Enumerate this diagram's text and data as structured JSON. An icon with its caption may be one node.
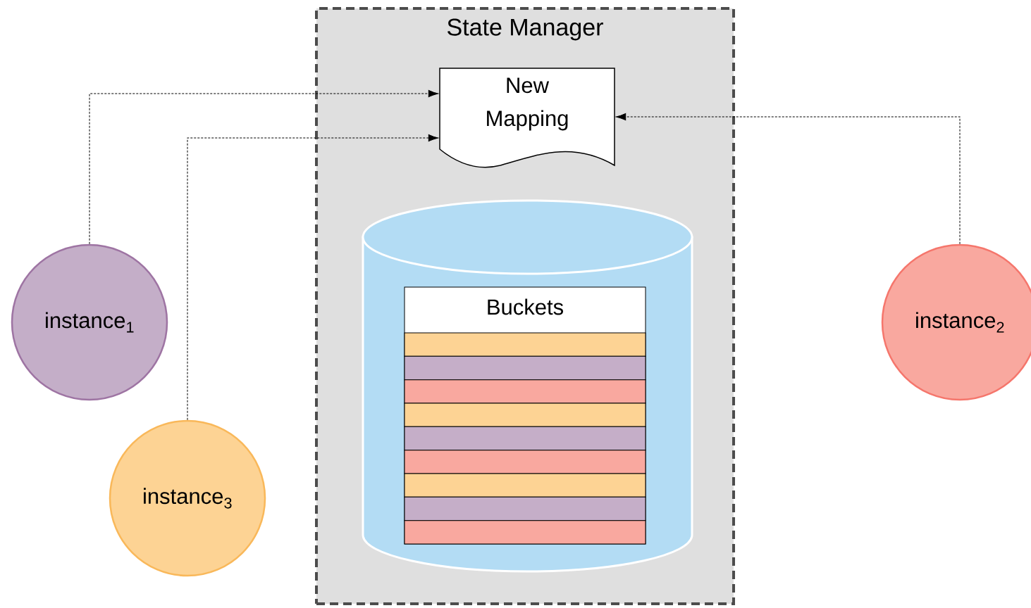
{
  "diagram": {
    "nodes": [
      {
        "text": [
          "State Manager"
        ]
      },
      {
        "text": [
          "New Mapping"
        ],
        "in": 0
      },
      {
        "text": [],
        "shape": "cylinder",
        "in": 0
      },
      {
        "text": [
          "Buckets"
        ],
        "in": 2
      },
      {
        "text": [
          "instance$_{1}$"
        ]
      },
      {
        "text": [
          "instance$_{3}$"
        ]
      },
      {
        "text": [
          "instance$_{2}$"
        ]
      }
    ],
    "edges": [
      {
        "from": 4,
        "to": 1,
        "arrow": "to",
        "style": "dashed"
      },
      {
        "from": 5,
        "to": 1,
        "arrow": "to",
        "style": "dashed"
      },
      {
        "from": 6,
        "to": 1,
        "arrow": "to",
        "style": "dashed"
      }
    ]
  }
}
